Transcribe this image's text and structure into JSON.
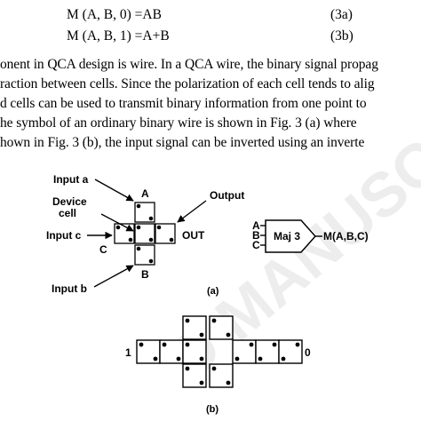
{
  "equations": [
    {
      "lhs": "M (A, B, 0) =AB",
      "number": "(3a)"
    },
    {
      "lhs": "M (A, B, 1) =A+B",
      "number": "(3b)"
    }
  ],
  "paragraph": [
    "onent in QCA design is wire. In a QCA wire, the binary signal propag",
    "raction between cells. Since the polarization of each cell tends to alig",
    "d cells can be used to transmit binary information from one point to",
    "he symbol of an ordinary binary wire is shown in Fig. 3 (a) where",
    "hown in Fig. 3 (b), the input signal can be inverted using an inverte"
  ],
  "figure_a": {
    "input_a": "Input a",
    "device_cell_1": "Device",
    "device_cell_2": "cell",
    "input_c": "Input c",
    "input_b": "Input b",
    "output": "Output",
    "cell_a": "A",
    "cell_b": "B",
    "cell_c": "C",
    "out": "OUT",
    "symbol_a": "A",
    "symbol_b": "B",
    "symbol_c": "C",
    "symbol_label": "Maj 3",
    "symbol_output": "M(A,B,C)",
    "caption": "(a)"
  },
  "figure_b": {
    "input": "1",
    "output": "0",
    "caption": "(b)"
  },
  "watermark": {
    "text": "D MANUSC"
  }
}
